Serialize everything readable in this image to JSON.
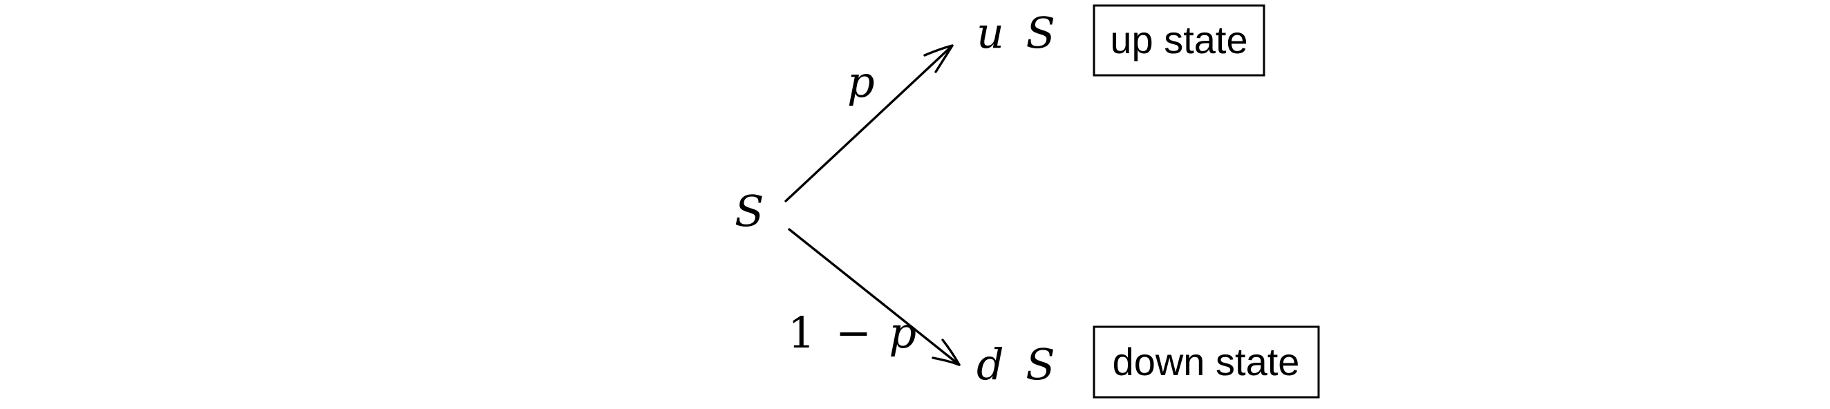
{
  "nodes": {
    "root": {
      "label": "S"
    },
    "up": {
      "label_var": "u",
      "label_base": "S"
    },
    "down": {
      "label_var": "d",
      "label_base": "S"
    }
  },
  "edges": {
    "up": {
      "prob_label": "p"
    },
    "down": {
      "prob_one": "1",
      "prob_minus": "−",
      "prob_var": "p"
    }
  },
  "boxes": {
    "up_state": "up state",
    "down_state": "down state"
  }
}
